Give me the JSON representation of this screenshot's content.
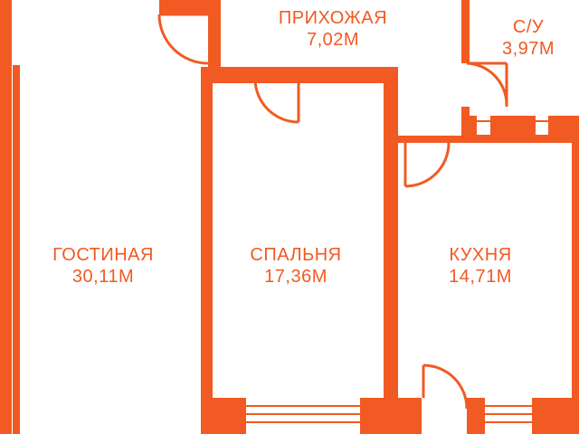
{
  "colors": {
    "wall": "#f15a22",
    "room_text": "#f15a22",
    "background": "#ffffff"
  },
  "rooms": {
    "hallway": {
      "name": "ПРИХОЖАЯ",
      "area": "7,02М"
    },
    "bathroom": {
      "name": "С/У",
      "area": "3,97М"
    },
    "living": {
      "name": "ГОСТИНАЯ",
      "area": "30,11М"
    },
    "bedroom": {
      "name": "СПАЛЬНЯ",
      "area": "17,36М"
    },
    "kitchen": {
      "name": "КУХНЯ",
      "area": "14,71М"
    }
  }
}
